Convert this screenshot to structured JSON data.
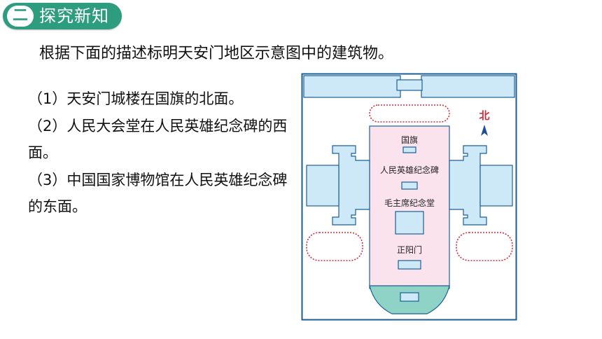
{
  "header": {
    "number": "二",
    "title": "探究新知"
  },
  "instruction": "根据下面的描述标明天安门地区示意图中的建筑物。",
  "clues": [
    "（1）天安门城楼在国旗的北面。",
    "（2）人民大会堂在人民英雄纪念碑的西面。",
    "（3）中国国家博物馆在人民英雄纪念碑的东面。"
  ],
  "map": {
    "north_label": "北",
    "labels": {
      "flag": "国旗",
      "monument": "人民英雄纪念碑",
      "mausoleum": "毛主席纪念堂",
      "zhengyangmen": "正阳门"
    },
    "colors": {
      "border": "#1c5f96",
      "building_fill": "#cde9f7",
      "square_fill": "#fbe3ee",
      "dotted": "#d02b3a",
      "base_green": "#8fd3c6",
      "north_text": "#d02b3a",
      "north_arrow": "#1f4f8f"
    }
  }
}
